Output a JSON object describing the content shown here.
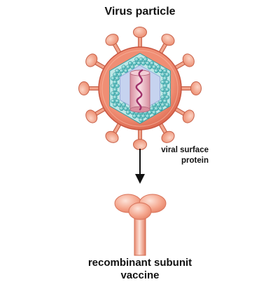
{
  "diagram": {
    "title": "Virus particle",
    "arrow_label_line1": "viral surface",
    "arrow_label_line2": "protein",
    "caption_line1": "recombinant subunit",
    "caption_line2": "vaccine"
  },
  "colors": {
    "spike": "#f0977a",
    "spike_outline": "#c8624a",
    "envelope": "#e36f56",
    "envelope_dark": "#c85540",
    "capsid_bead": "#3bb4b6",
    "capsid_bead_light": "#a8e2e0",
    "inner_fill": "#c9d6f0",
    "core": "#e7a7b4",
    "core_light": "#f4d3da",
    "rna": "#a0306a",
    "arrow": "#111111"
  }
}
